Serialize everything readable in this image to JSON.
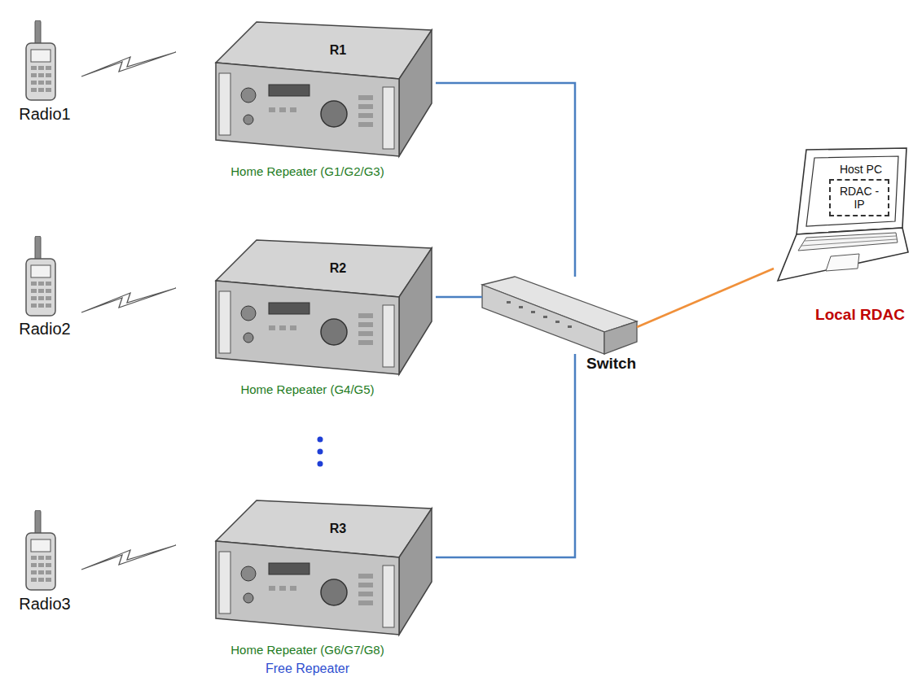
{
  "diagram": {
    "nodes": [
      {
        "text": [
          "Radio1"
        ]
      },
      {
        "text": [
          "R1",
          "Home Repeater (G1/G2/G3)"
        ]
      },
      {
        "text": [
          "Radio2"
        ]
      },
      {
        "text": [
          "R2",
          "Home Repeater (G4/G5)"
        ]
      },
      {
        "text": [
          "Radio3"
        ]
      },
      {
        "text": [
          "R3",
          "Home Repeater (G6/G7/G8)",
          "Free Repeater"
        ]
      },
      {
        "text": [
          "Switch"
        ]
      },
      {
        "text": [
          "Host PC",
          "Local RDAC"
        ]
      },
      {
        "text": [
          "RDAC - IP"
        ],
        "in": 7
      }
    ],
    "edges": [
      {
        "from": 1,
        "to": 6,
        "arrow": "none"
      },
      {
        "from": 3,
        "to": 6,
        "arrow": "none"
      },
      {
        "from": 5,
        "to": 6,
        "arrow": "none"
      },
      {
        "from": 6,
        "to": 7,
        "arrow": "none"
      }
    ]
  }
}
